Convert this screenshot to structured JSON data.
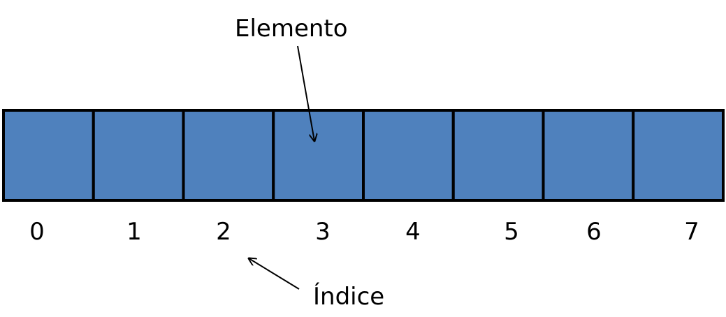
{
  "array": {
    "indices": [
      "0",
      "1",
      "2",
      "3",
      "4",
      "5",
      "6",
      "7"
    ],
    "cell_color": "#4f81bd",
    "border_color": "#000000"
  },
  "labels": {
    "element": "Elemento",
    "index": "Índice"
  }
}
